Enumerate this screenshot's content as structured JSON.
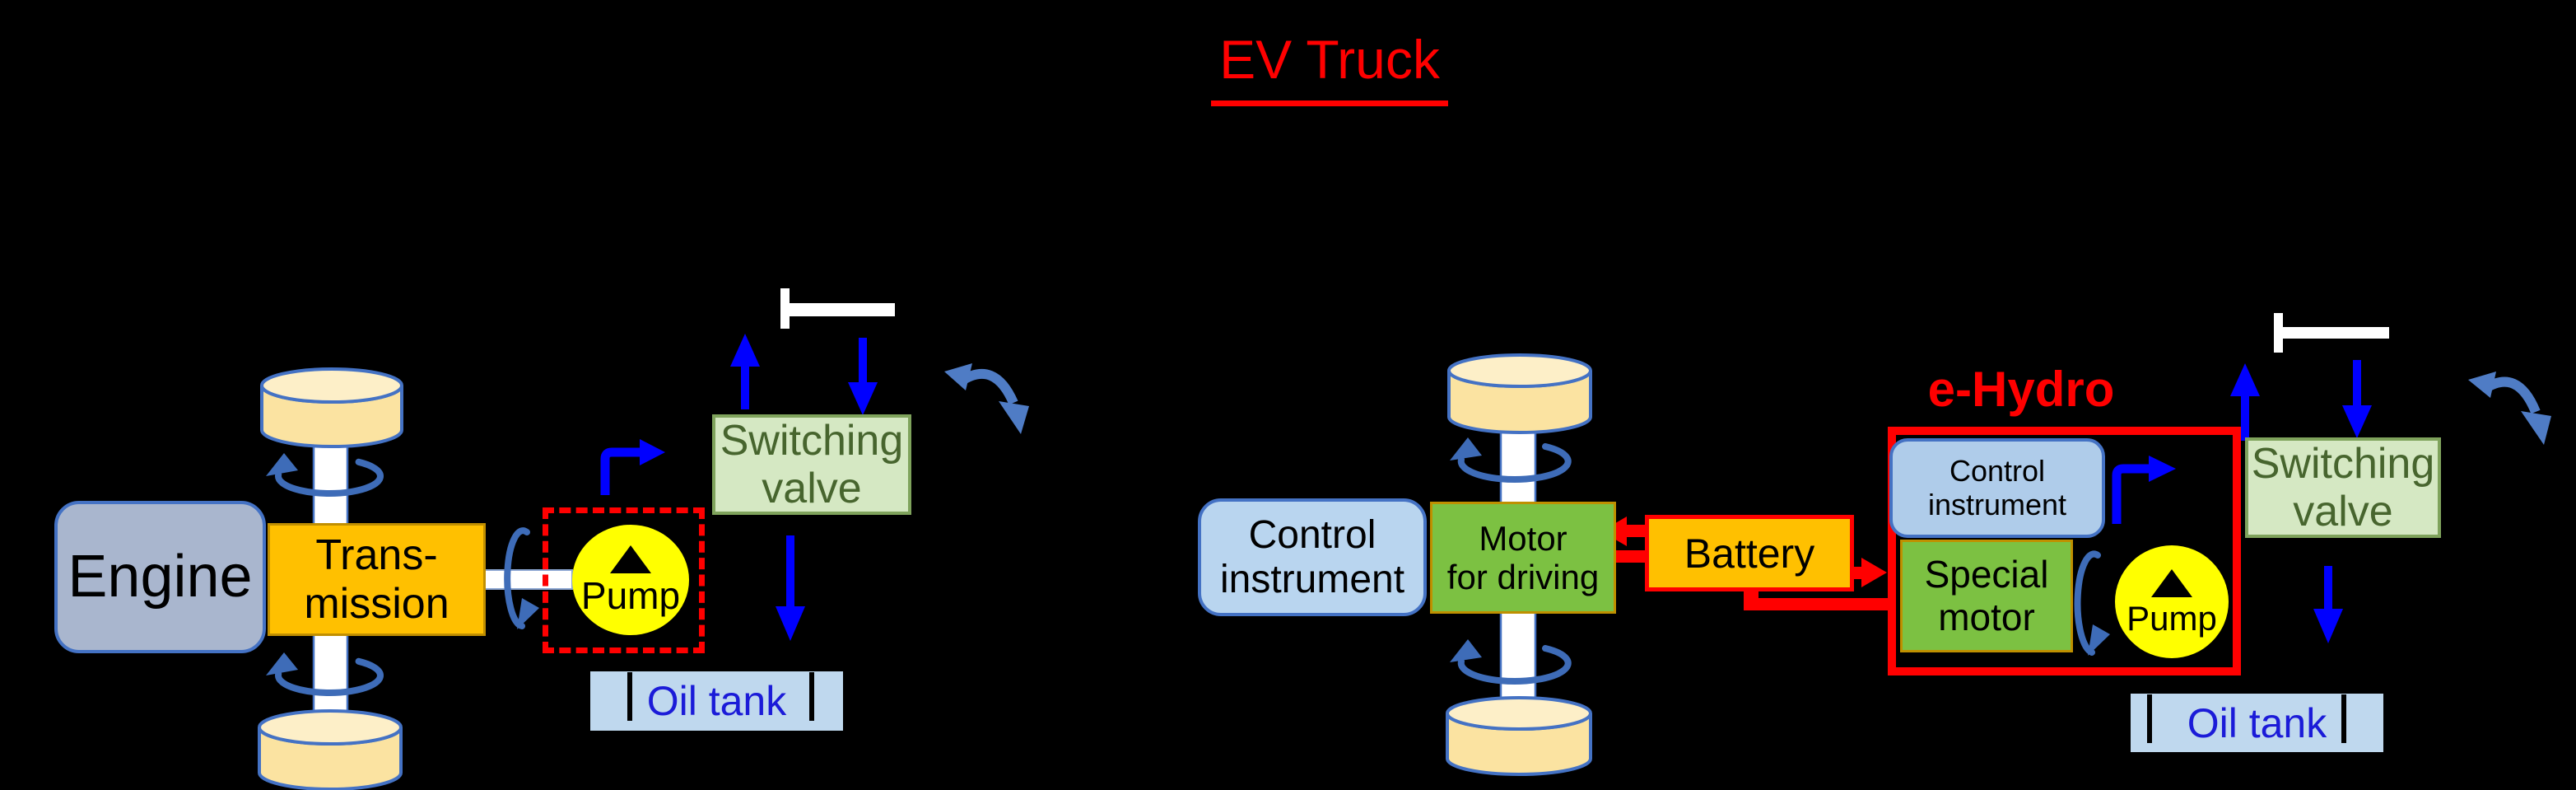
{
  "title": "EV Truck",
  "colors": {
    "background": "#000000",
    "accent_red": "#FF0000",
    "flow_arrow_blue": "#0000FF",
    "rotation_arrow_blue": "#3E6CB8",
    "tilt_arrow_blue": "#4F7CC5",
    "steel_blue_border": "#4472C4",
    "orange": "#FFC000",
    "motor_green": "#7CC142",
    "valve_green": "#D5E8C3",
    "pump_yellow": "#FFFF00",
    "tank_blue": "#BFD8EE",
    "wheel_tan": "#FBE3A1"
  },
  "conventional": {
    "engine": "Engine",
    "transmission": "Trans-\nmission",
    "pump": "Pump",
    "switching_valve": "Switching\nvalve",
    "oil_tank": "Oil tank"
  },
  "ev": {
    "control_instrument": "Control\ninstrument",
    "motor_for_driving": "Motor\nfor driving",
    "battery": "Battery",
    "e_hydro_label": "e-Hydro",
    "inner_control_instrument": "Control\ninstrument",
    "special_motor": "Special\nmotor",
    "pump": "Pump",
    "switching_valve": "Switching\nvalve",
    "oil_tank": "Oil tank"
  }
}
